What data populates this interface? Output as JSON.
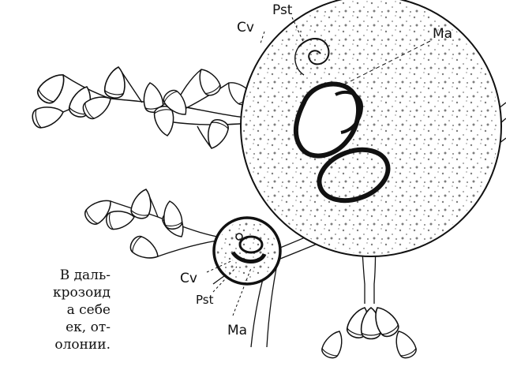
{
  "figure": {
    "labels": {
      "big_cv": "Cv",
      "big_pst": "Pst",
      "big_ma": "Ma",
      "small_cv": "Cv",
      "small_pst": "Pst",
      "small_ma": "Ma"
    }
  },
  "text_fragment": {
    "lines": [
      "В даль-",
      "крозоид",
      "а    себе",
      "ек,  от-",
      "олонии."
    ]
  }
}
